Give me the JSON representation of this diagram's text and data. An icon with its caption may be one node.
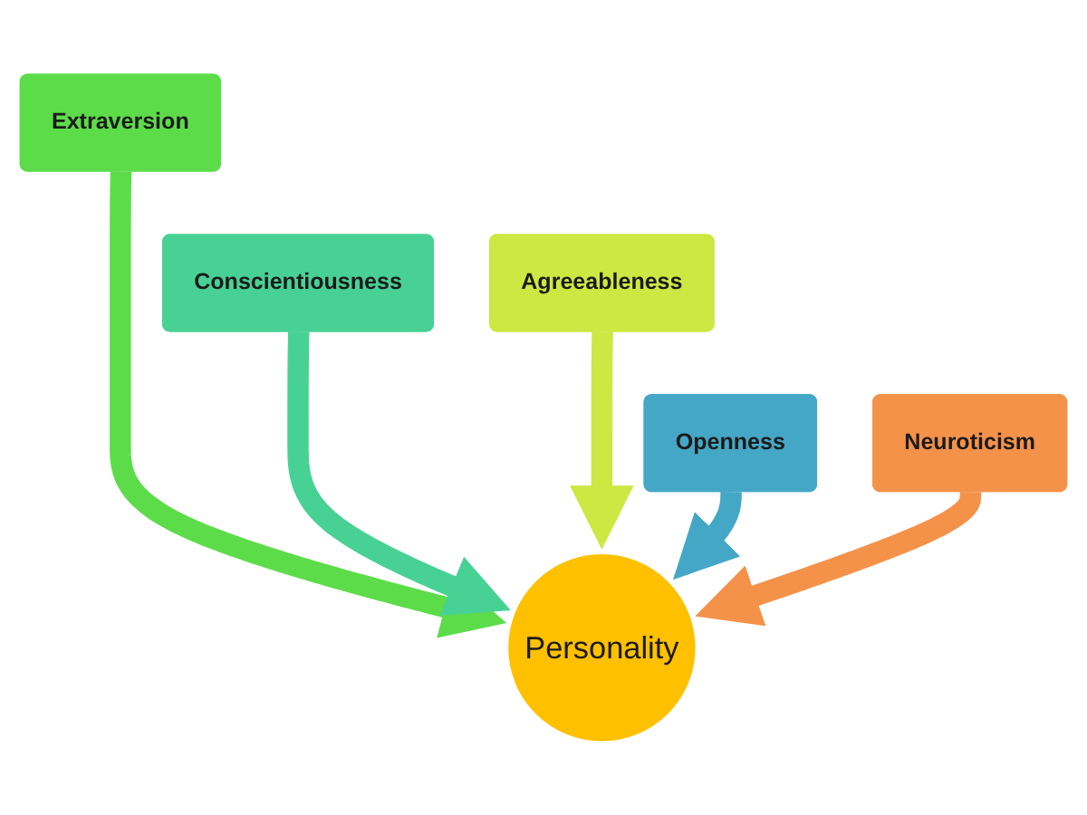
{
  "diagram": {
    "nodes": [
      {
        "text": [
          "Extraversion"
        ]
      },
      {
        "text": [
          "Conscientiousness"
        ]
      },
      {
        "text": [
          "Agreeableness"
        ]
      },
      {
        "text": [
          "Openness"
        ]
      },
      {
        "text": [
          "Personality"
        ]
      },
      {
        "text": [
          "Neuroticism"
        ]
      }
    ],
    "edges": [
      {
        "from": 0,
        "to": 4,
        "arrow": "to",
        "color": "#5ddc4a"
      },
      {
        "from": 1,
        "to": 4,
        "arrow": "to",
        "color": "#48d194"
      },
      {
        "from": 2,
        "to": 4,
        "arrow": "to",
        "color": "#cde842"
      },
      {
        "from": 3,
        "to": 4,
        "arrow": "to",
        "color": "#45a7c6"
      },
      {
        "from": 5,
        "to": 4,
        "arrow": "to",
        "color": "#f5924a"
      }
    ]
  }
}
